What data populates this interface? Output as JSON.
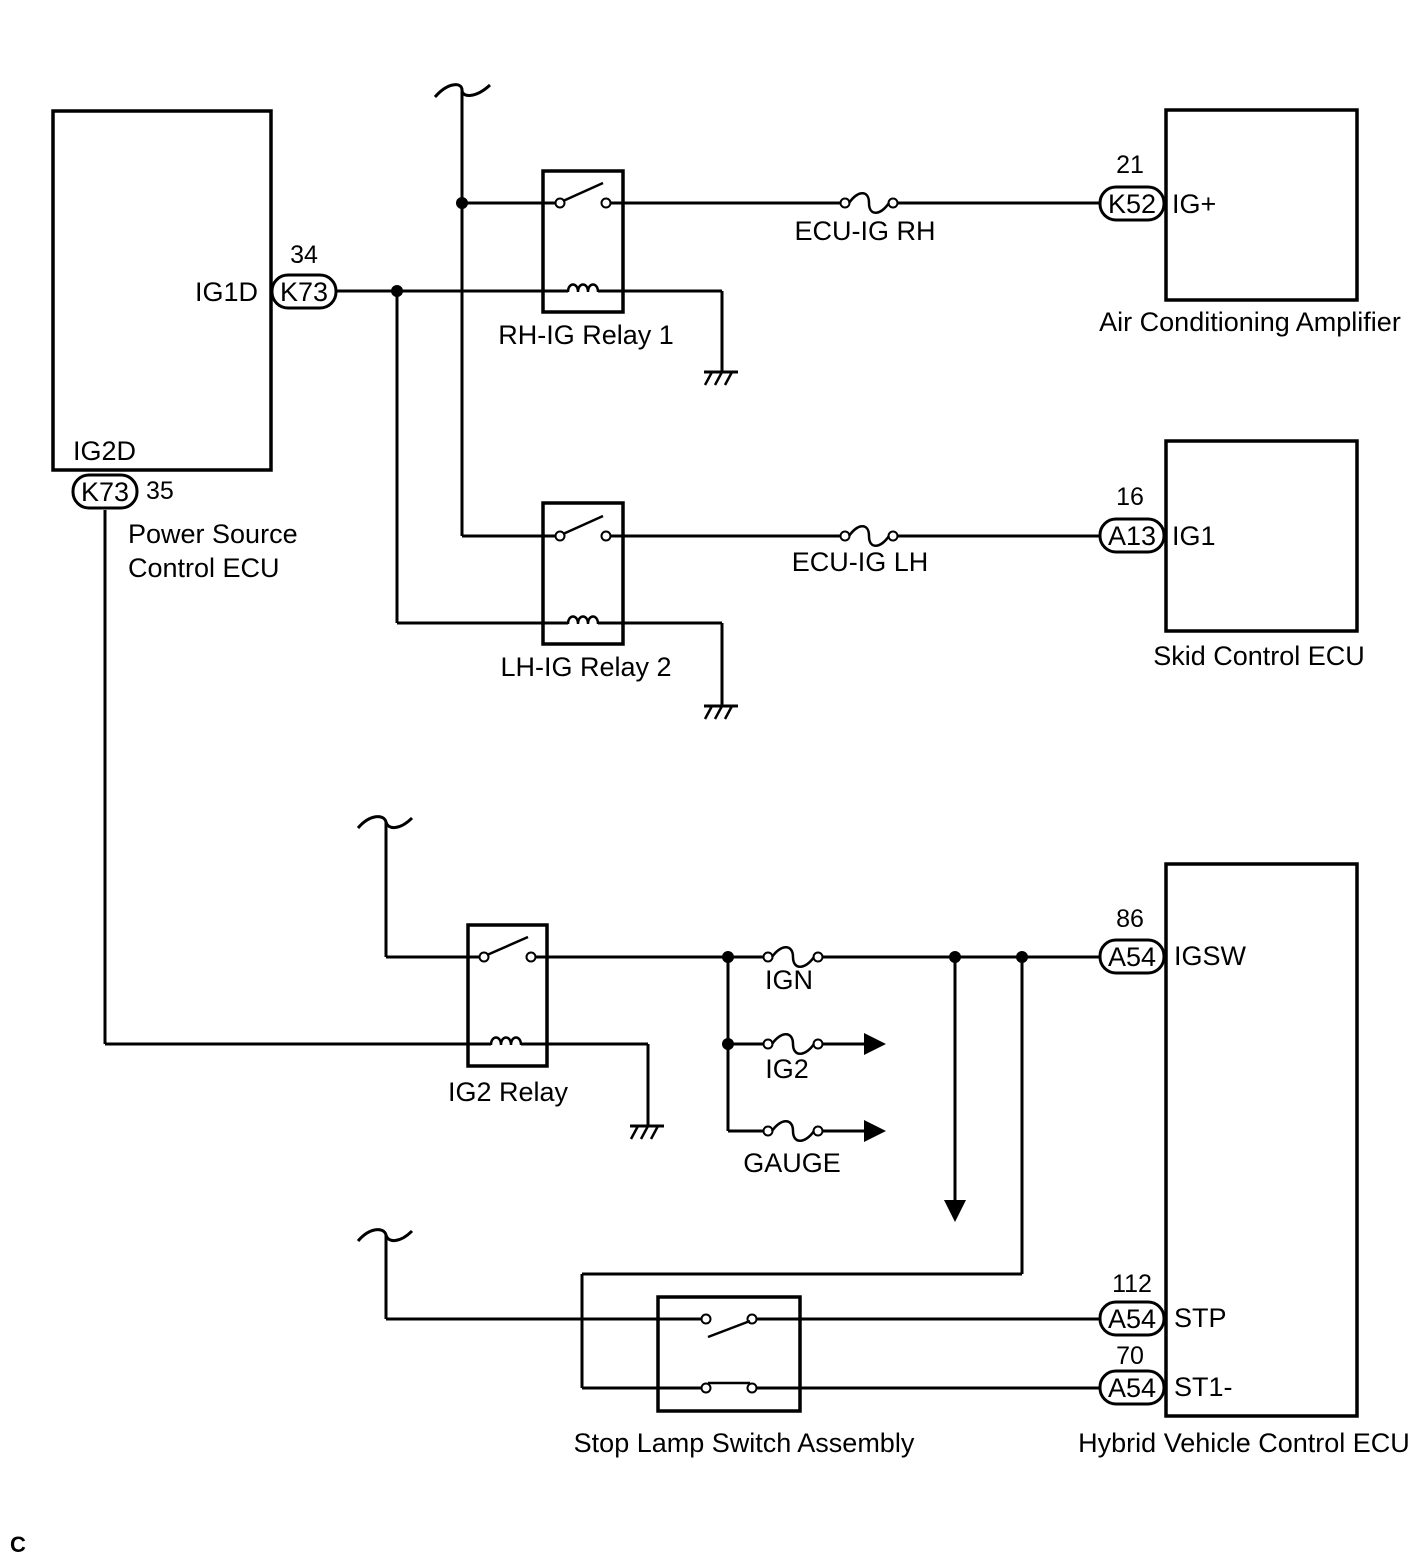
{
  "components": {
    "power_source_ecu": {
      "name_line1": "Power Source",
      "name_line2": "Control ECU",
      "ig1d": "IG1D",
      "ig2d": "IG2D"
    },
    "ac_amplifier": {
      "name": "Air Conditioning Amplifier",
      "terminal": "IG+"
    },
    "skid_ecu": {
      "name": "Skid Control ECU",
      "terminal": "IG1"
    },
    "hv_ecu": {
      "name": "Hybrid Vehicle Control ECU",
      "igsw": "IGSW",
      "stp": "STP",
      "st1": "ST1-"
    },
    "stop_lamp_switch": {
      "name": "Stop Lamp Switch Assembly"
    }
  },
  "relays": {
    "rh": "RH-IG Relay 1",
    "lh": "LH-IG Relay 2",
    "ig2": "IG2 Relay"
  },
  "fuses": {
    "ecu_ig_rh": "ECU-IG RH",
    "ecu_ig_lh": "ECU-IG LH",
    "ign": "IGN",
    "ig2": "IG2",
    "gauge": "GAUGE"
  },
  "connectors": {
    "k73_ig1d": {
      "code": "K73",
      "pin": "34"
    },
    "k73_ig2d": {
      "code": "K73",
      "pin": "35"
    },
    "k52": {
      "code": "K52",
      "pin": "21"
    },
    "a13": {
      "code": "A13",
      "pin": "16"
    },
    "a54_igsw": {
      "code": "A54",
      "pin": "86"
    },
    "a54_stp": {
      "code": "A54",
      "pin": "112"
    },
    "a54_st1": {
      "code": "A54",
      "pin": "70"
    }
  },
  "corner_mark": "C"
}
